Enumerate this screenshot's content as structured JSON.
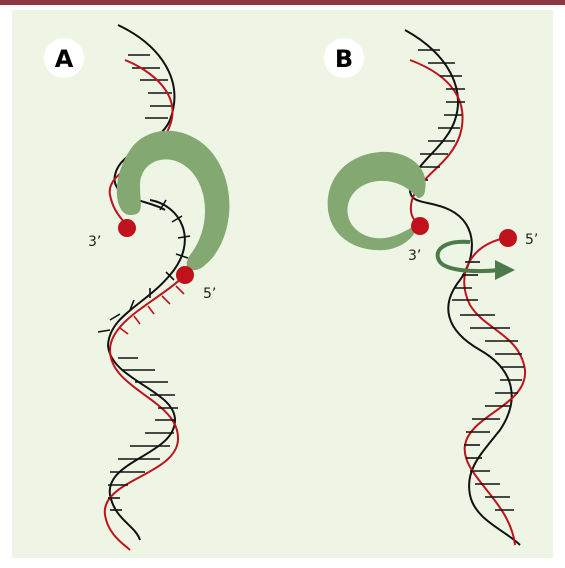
{
  "panels": [
    {
      "badge": "A",
      "end3": "3’",
      "end5": "5’"
    },
    {
      "badge": "B",
      "end3": "3’",
      "end5": "5’"
    }
  ],
  "colors": {
    "background": "#eef5e4",
    "topbar": "#8b3a43",
    "strand_black": "#111111",
    "strand_red": "#c0121c",
    "enzyme": "#84a872",
    "arrow": "#4c7a4a",
    "dot": "#c0121c"
  }
}
